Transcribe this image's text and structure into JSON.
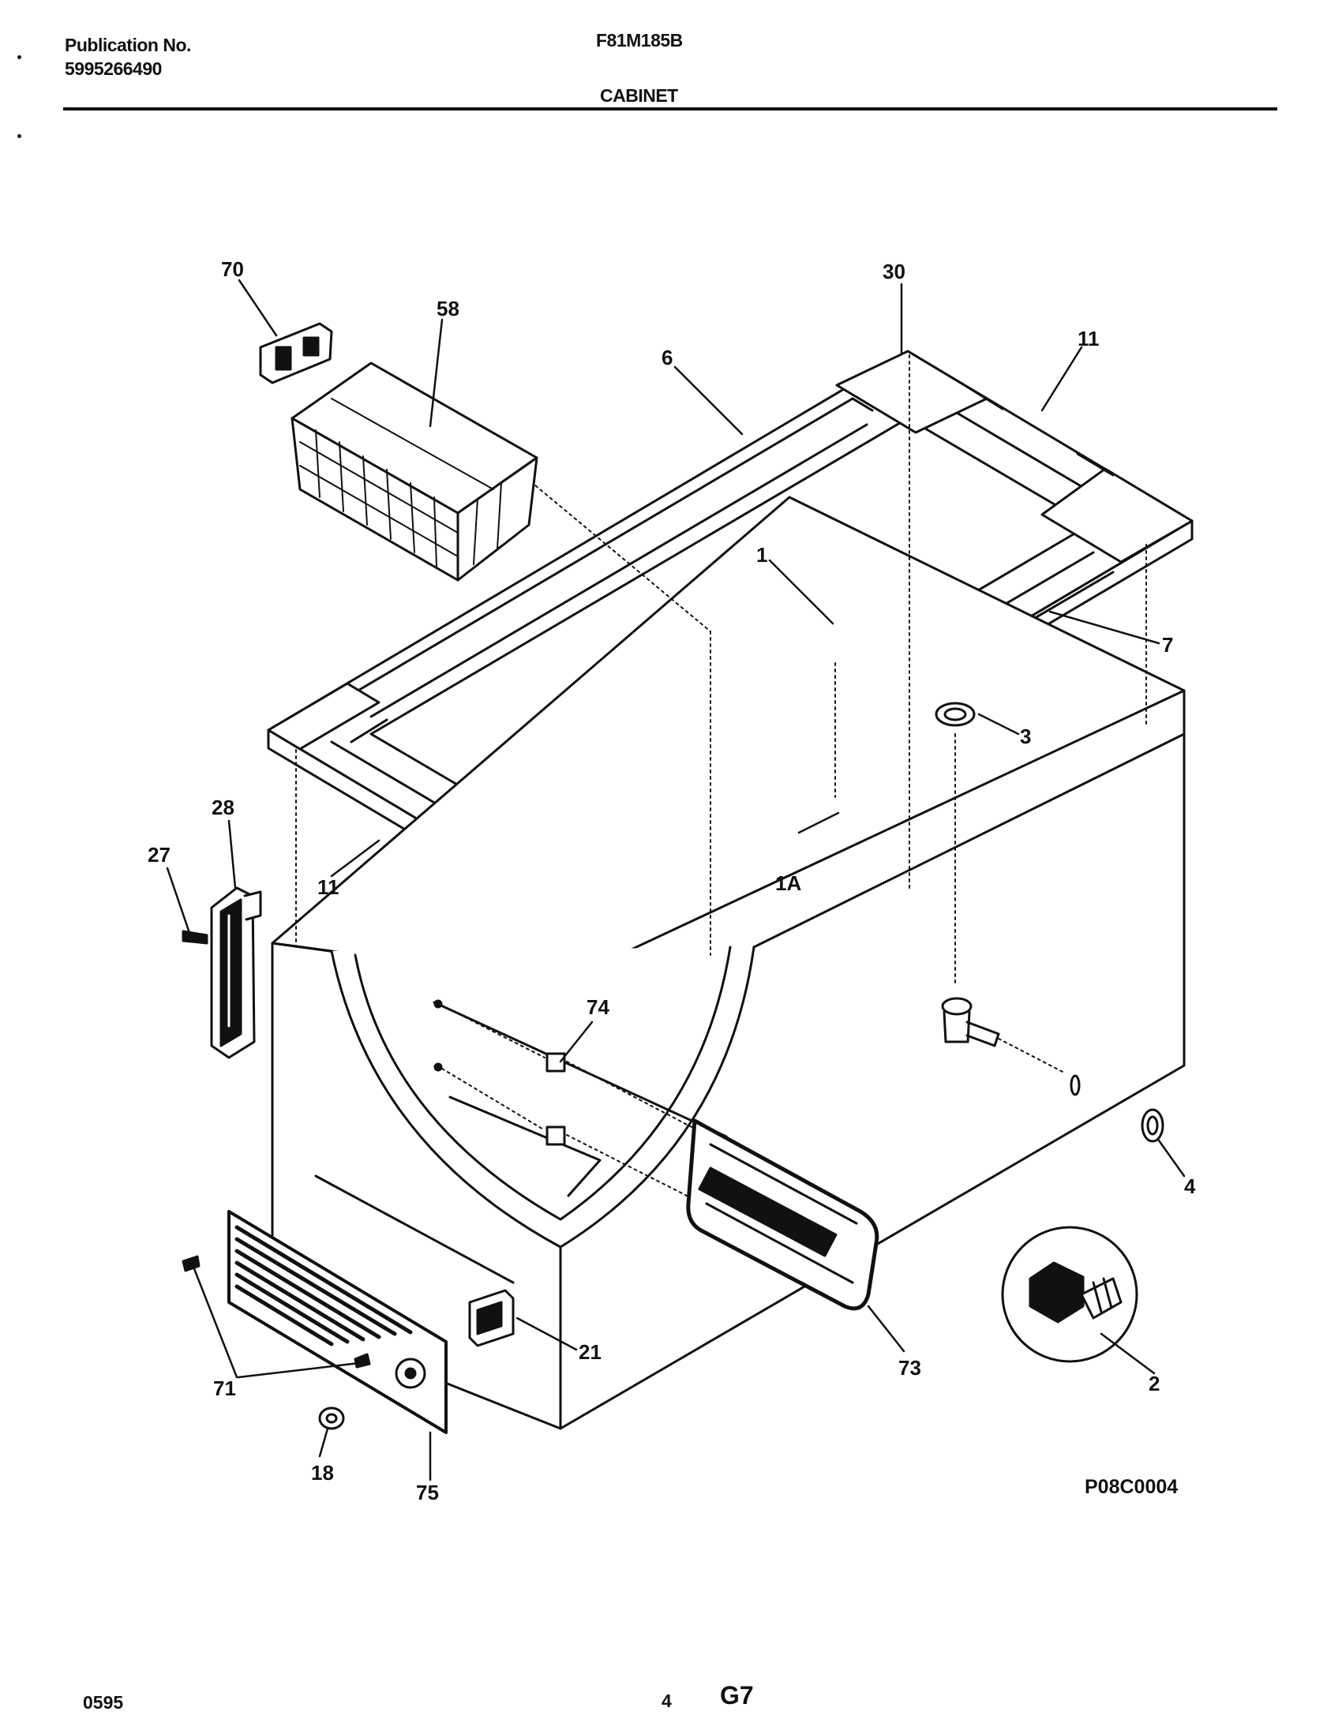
{
  "header": {
    "publication_label": "Publication No.",
    "publication_number": "5995266490",
    "model": "F81M185B",
    "section": "CABINET"
  },
  "callouts": {
    "c70": "70",
    "c58": "58",
    "c30": "30",
    "c6": "6",
    "c11a": "11",
    "c11b": "11",
    "c1": "1",
    "c7": "7",
    "c3": "3",
    "c28": "28",
    "c27": "27",
    "c1A": "1A",
    "c74": "74",
    "c4": "4",
    "c21": "21",
    "c73": "73",
    "c2": "2",
    "c71": "71",
    "c18": "18",
    "c75": "75"
  },
  "figure_code": "P08C0004",
  "footer": {
    "date_code": "0595",
    "page_number": "4",
    "grid_ref": "G7"
  }
}
